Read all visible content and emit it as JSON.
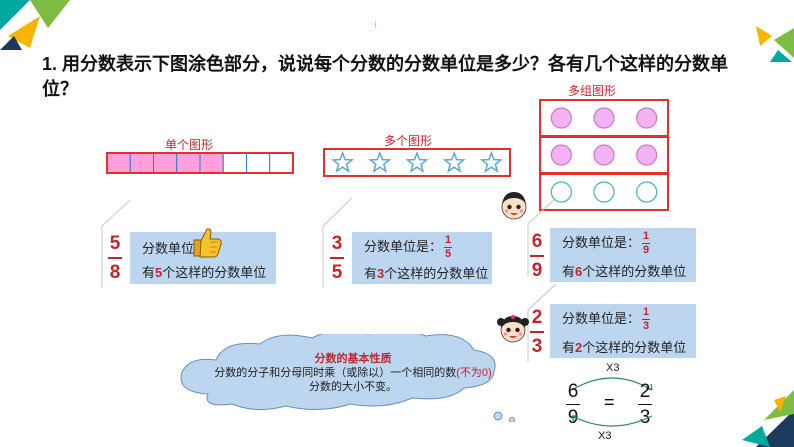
{
  "question": {
    "number": "1.",
    "text": "用分数表示下图涂色部分，说说每个分数的分数单位是多少？各有几个这样的分数单位？"
  },
  "top_marker": "⁝",
  "labels": {
    "single": "单个图形",
    "multiple": "多个图形",
    "groups": "多组图形"
  },
  "single_bar": {
    "segments": 8,
    "shaded": 5,
    "fill": "#ff9fdc",
    "border": "#e0322b"
  },
  "stars": {
    "count": 5,
    "color": "#5aa8d6"
  },
  "groups": {
    "rows": 3,
    "cols": 3,
    "shaded": 6,
    "fill": "#f3b2f3",
    "empty_stroke": "#3fb8b0"
  },
  "panels": [
    {
      "numerator": "5",
      "denominator": "8",
      "unit_label": "分数单位是",
      "unit_num": "",
      "unit_den": "",
      "pre": "有",
      "count": "5",
      "post": "个这样的分数单位"
    },
    {
      "numerator": "3",
      "denominator": "5",
      "unit_label": "分数单位是：",
      "unit_num": "1",
      "unit_den": "5",
      "pre": "有",
      "count": "3",
      "post": "个这样的分数单位"
    },
    {
      "numerator": "6",
      "denominator": "9",
      "unit_label": "分数单位是：",
      "unit_num": "1",
      "unit_den": "9",
      "pre": "有",
      "count": "6",
      "post": "个这样的分数单位"
    },
    {
      "numerator": "2",
      "denominator": "3",
      "unit_label": "分数单位是：",
      "unit_num": "1",
      "unit_den": "3",
      "pre": "有",
      "count": "2",
      "post": "个这样的分数单位"
    }
  ],
  "cloud": {
    "title": "分数的基本性质",
    "line1": "分数的分子和分母同时乘（或除以）一个相同的数",
    "line1_note": "(不为0)",
    "line2": "分数的大小不变。"
  },
  "equation": {
    "left_num": "6",
    "left_den": "9",
    "eq": "=",
    "right_num": "2",
    "right_den": "3",
    "top_op": "X3",
    "bottom_op": "X3"
  },
  "colors": {
    "accent_red": "#c0272d",
    "panel_blue": "#bcd6ef",
    "deco_green": "#7dbb42",
    "deco_teal": "#00a99d",
    "deco_yellow": "#f7b500",
    "deco_navy": "#1b3a5c"
  }
}
